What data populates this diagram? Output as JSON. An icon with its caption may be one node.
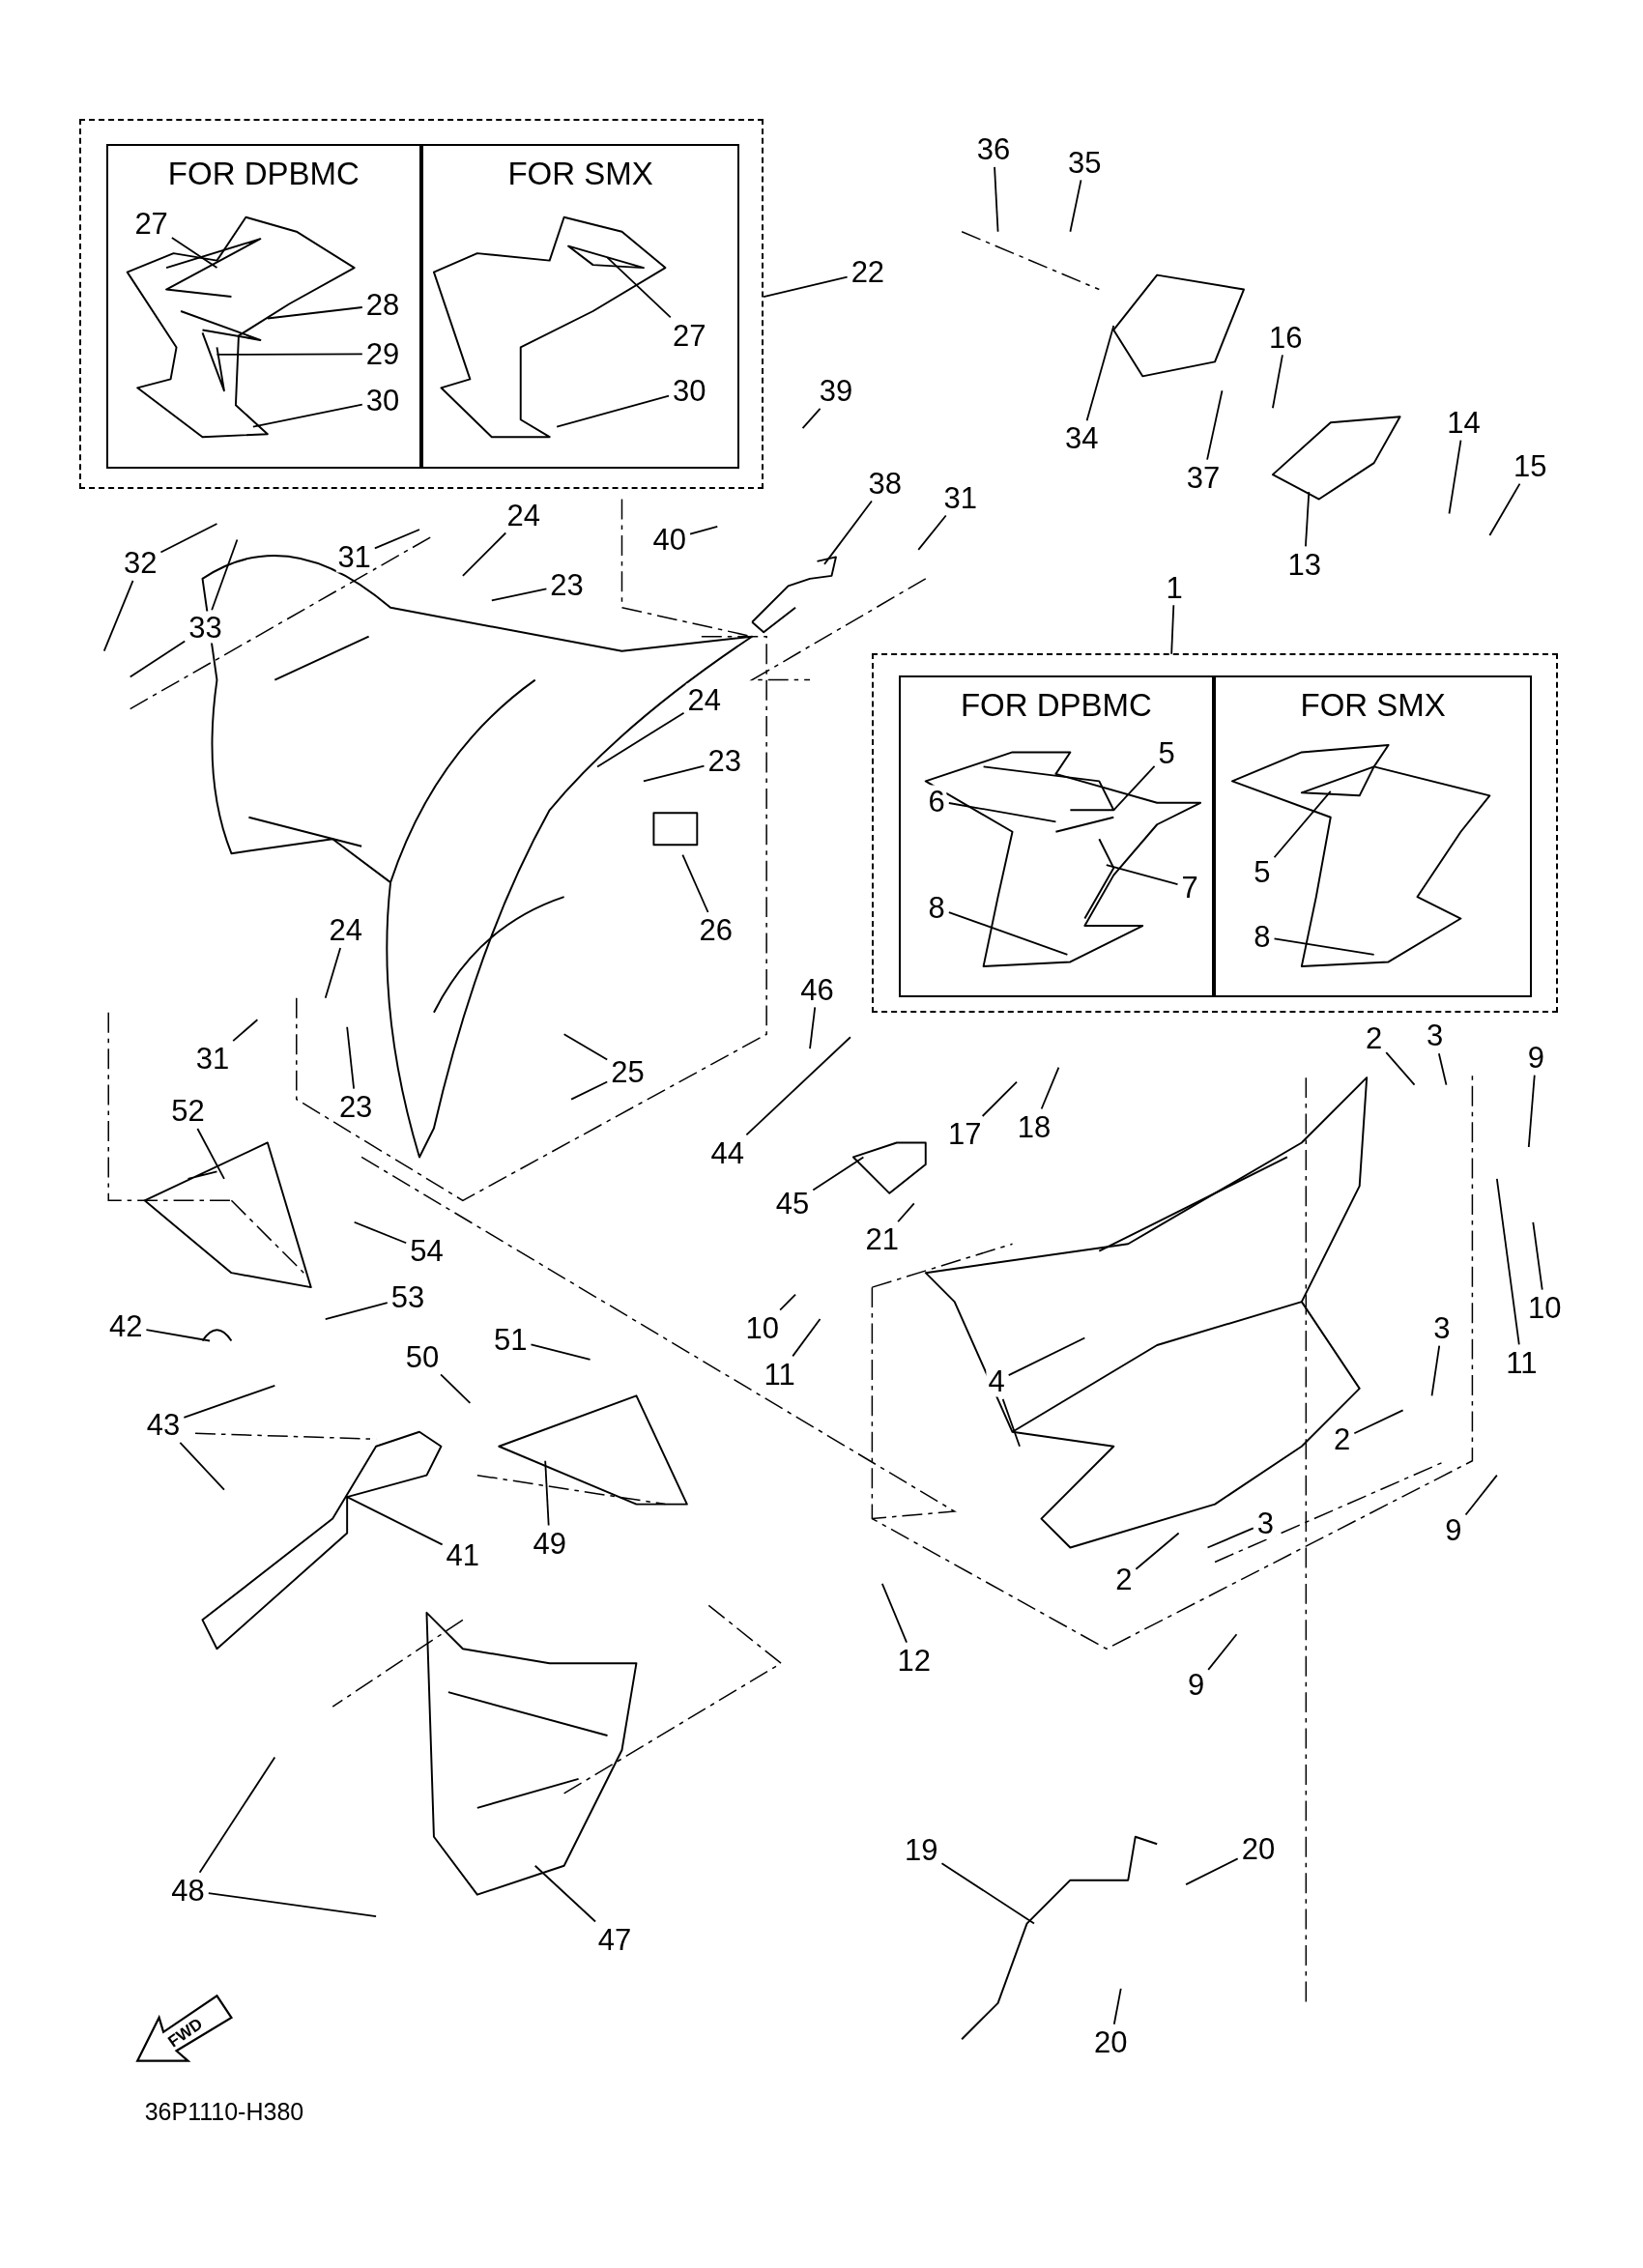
{
  "diagram": {
    "nodes": [
      {
        "text": [],
        "shape": "box"
      },
      {
        "text": [
          "FOR DPBMC"
        ],
        "in": 0
      },
      {
        "text": [
          "FOR SMX"
        ],
        "in": 0
      },
      {
        "text": [],
        "shape": "box"
      },
      {
        "text": [
          "FOR DPBMC"
        ],
        "in": 3
      },
      {
        "text": [
          "FOR SMX"
        ],
        "in": 3
      },
      {
        "text": [
          "27"
        ],
        "in": 1
      },
      {
        "text": [
          "28"
        ],
        "in": 1
      },
      {
        "text": [
          "29"
        ],
        "in": 1
      },
      {
        "text": [
          "30"
        ],
        "in": 1
      },
      {
        "text": [
          "27"
        ],
        "in": 2
      },
      {
        "text": [
          "30"
        ],
        "in": 2
      },
      {
        "text": [
          "22"
        ]
      },
      {
        "text": [
          "36"
        ]
      },
      {
        "text": [
          "35"
        ]
      },
      {
        "text": [
          "34"
        ]
      },
      {
        "text": [
          "37"
        ]
      },
      {
        "text": [
          "16"
        ]
      },
      {
        "text": [
          "14"
        ]
      },
      {
        "text": [
          "15"
        ]
      },
      {
        "text": [
          "13"
        ]
      },
      {
        "text": [
          "39"
        ]
      },
      {
        "text": [
          "38"
        ]
      },
      {
        "text": [
          "40"
        ]
      },
      {
        "text": [
          "31"
        ]
      },
      {
        "text": [
          "32"
        ]
      },
      {
        "text": [
          "33"
        ]
      },
      {
        "text": [
          "31"
        ]
      },
      {
        "text": [
          "24"
        ]
      },
      {
        "text": [
          "23"
        ]
      },
      {
        "text": [
          "24"
        ]
      },
      {
        "text": [
          "23"
        ]
      },
      {
        "text": [
          "26"
        ]
      },
      {
        "text": [
          "1"
        ]
      },
      {
        "text": [
          "5"
        ],
        "in": 4
      },
      {
        "text": [
          "6"
        ],
        "in": 4
      },
      {
        "text": [
          "7"
        ],
        "in": 4
      },
      {
        "text": [
          "8"
        ],
        "in": 4
      },
      {
        "text": [
          "5"
        ],
        "in": 5
      },
      {
        "text": [
          "8"
        ],
        "in": 5
      },
      {
        "text": [
          "24"
        ]
      },
      {
        "text": [
          "31"
        ]
      },
      {
        "text": [
          "23"
        ]
      },
      {
        "text": [
          "25"
        ]
      },
      {
        "text": [
          "46"
        ]
      },
      {
        "text": [
          "44"
        ]
      },
      {
        "text": [
          "45"
        ]
      },
      {
        "text": [
          "52"
        ]
      },
      {
        "text": [
          "54"
        ]
      },
      {
        "text": [
          "53"
        ]
      },
      {
        "text": [
          "17"
        ]
      },
      {
        "text": [
          "18"
        ]
      },
      {
        "text": [
          "21"
        ]
      },
      {
        "text": [
          "2"
        ]
      },
      {
        "text": [
          "3"
        ]
      },
      {
        "text": [
          "9"
        ]
      },
      {
        "text": [
          "10"
        ]
      },
      {
        "text": [
          "11"
        ]
      },
      {
        "text": [
          "11"
        ]
      },
      {
        "text": [
          "10"
        ]
      },
      {
        "text": [
          "42"
        ]
      },
      {
        "text": [
          "43"
        ]
      },
      {
        "text": [
          "50"
        ]
      },
      {
        "text": [
          "51"
        ]
      },
      {
        "text": [
          "49"
        ]
      },
      {
        "text": [
          "41"
        ]
      },
      {
        "text": [
          "4"
        ]
      },
      {
        "text": [
          "3"
        ]
      },
      {
        "text": [
          "2"
        ]
      },
      {
        "text": [
          "9"
        ]
      },
      {
        "text": [
          "3"
        ]
      },
      {
        "text": [
          "2"
        ]
      },
      {
        "text": [
          "9"
        ]
      },
      {
        "text": [
          "12"
        ]
      },
      {
        "text": [
          "48"
        ]
      },
      {
        "text": [
          "47"
        ]
      },
      {
        "text": [
          "19"
        ]
      },
      {
        "text": [
          "20"
        ]
      },
      {
        "text": [
          "20"
        ]
      }
    ],
    "edges": [
      {
        "from": 6,
        "to": null,
        "arrow": "none"
      },
      {
        "from": 7,
        "to": null,
        "arrow": "none"
      },
      {
        "from": 8,
        "to": null,
        "arrow": "none"
      },
      {
        "from": 9,
        "to": null,
        "arrow": "none"
      },
      {
        "from": 10,
        "to": null,
        "arrow": "none"
      },
      {
        "from": 11,
        "to": null,
        "arrow": "none"
      },
      {
        "from": 12,
        "to": 0,
        "arrow": "none"
      },
      {
        "from": 13,
        "to": null,
        "arrow": "none"
      },
      {
        "from": 14,
        "to": null,
        "arrow": "none"
      },
      {
        "from": 15,
        "to": null,
        "arrow": "none"
      },
      {
        "from": 16,
        "to": null,
        "arrow": "none"
      },
      {
        "from": 17,
        "to": null,
        "arrow": "none"
      },
      {
        "from": 18,
        "to": null,
        "arrow": "none"
      },
      {
        "from": 19,
        "to": null,
        "arrow": "none"
      },
      {
        "from": 20,
        "to": null,
        "arrow": "none"
      },
      {
        "from": 21,
        "to": null,
        "arrow": "none"
      },
      {
        "from": 22,
        "to": null,
        "arrow": "none"
      },
      {
        "from": 23,
        "to": null,
        "arrow": "none"
      },
      {
        "from": 24,
        "to": null,
        "arrow": "none"
      },
      {
        "from": 25,
        "to": null,
        "arrow": "none"
      },
      {
        "from": 25,
        "to": null,
        "arrow": "none"
      },
      {
        "from": 26,
        "to": null,
        "arrow": "none"
      },
      {
        "from": 26,
        "to": null,
        "arrow": "none"
      },
      {
        "from": 27,
        "to": null,
        "arrow": "none"
      },
      {
        "from": 28,
        "to": null,
        "arrow": "none"
      },
      {
        "from": 29,
        "to": null,
        "arrow": "none"
      },
      {
        "from": 30,
        "to": null,
        "arrow": "none"
      },
      {
        "from": 31,
        "to": null,
        "arrow": "none"
      },
      {
        "from": 32,
        "to": null,
        "arrow": "none"
      },
      {
        "from": 33,
        "to": 3,
        "arrow": "none"
      },
      {
        "from": 34,
        "to": null,
        "arrow": "none"
      },
      {
        "from": 35,
        "to": null,
        "arrow": "none"
      },
      {
        "from": 36,
        "to": null,
        "arrow": "none"
      },
      {
        "from": 37,
        "to": null,
        "arrow": "none"
      },
      {
        "from": 38,
        "to": null,
        "arrow": "none"
      },
      {
        "from": 39,
        "to": null,
        "arrow": "none"
      },
      {
        "from": 40,
        "to": null,
        "arrow": "none"
      },
      {
        "from": 41,
        "to": null,
        "arrow": "none"
      },
      {
        "from": 42,
        "to": null,
        "arrow": "none"
      },
      {
        "from": 43,
        "to": null,
        "arrow": "none"
      },
      {
        "from": 43,
        "to": null,
        "arrow": "none"
      },
      {
        "from": 44,
        "to": null,
        "arrow": "none"
      },
      {
        "from": 45,
        "to": null,
        "arrow": "none"
      },
      {
        "from": 46,
        "to": null,
        "arrow": "none"
      },
      {
        "from": 47,
        "to": null,
        "arrow": "none"
      },
      {
        "from": 48,
        "to": null,
        "arrow": "none"
      },
      {
        "from": 49,
        "to": null,
        "arrow": "none"
      },
      {
        "from": 50,
        "to": null,
        "arrow": "none"
      },
      {
        "from": 51,
        "to": null,
        "arrow": "none"
      },
      {
        "from": 52,
        "to": null,
        "arrow": "none"
      },
      {
        "from": 53,
        "to": null,
        "arrow": "none"
      },
      {
        "from": 54,
        "to": null,
        "arrow": "none"
      },
      {
        "from": 55,
        "to": null,
        "arrow": "none"
      },
      {
        "from": 56,
        "to": null,
        "arrow": "none"
      },
      {
        "from": 57,
        "to": null,
        "arrow": "none"
      },
      {
        "from": 58,
        "to": null,
        "arrow": "none"
      },
      {
        "from": 59,
        "to": null,
        "arrow": "none"
      },
      {
        "from": 60,
        "to": null,
        "arrow": "none"
      },
      {
        "from": 61,
        "to": null,
        "arrow": "none"
      },
      {
        "from": 61,
        "to": null,
        "arrow": "none"
      },
      {
        "from": 62,
        "to": null,
        "arrow": "none"
      },
      {
        "from": 63,
        "to": null,
        "arrow": "none"
      },
      {
        "from": 64,
        "to": null,
        "arrow": "none"
      },
      {
        "from": 65,
        "to": null,
        "arrow": "none"
      },
      {
        "from": 66,
        "to": null,
        "arrow": "none"
      },
      {
        "from": 66,
        "to": null,
        "arrow": "none"
      },
      {
        "from": 67,
        "to": null,
        "arrow": "none"
      },
      {
        "from": 68,
        "to": null,
        "arrow": "none"
      },
      {
        "from": 69,
        "to": null,
        "arrow": "none"
      },
      {
        "from": 70,
        "to": null,
        "arrow": "none"
      },
      {
        "from": 71,
        "to": null,
        "arrow": "none"
      },
      {
        "from": 72,
        "to": null,
        "arrow": "none"
      },
      {
        "from": 73,
        "to": null,
        "arrow": "none"
      },
      {
        "from": 74,
        "to": null,
        "arrow": "none"
      },
      {
        "from": 74,
        "to": null,
        "arrow": "none"
      },
      {
        "from": 75,
        "to": null,
        "arrow": "none"
      },
      {
        "from": 76,
        "to": null,
        "arrow": "none"
      },
      {
        "from": 77,
        "to": null,
        "arrow": "none"
      },
      {
        "from": 78,
        "to": null,
        "arrow": "none"
      }
    ],
    "labels": [
      "FWD",
      "36P1110-H380"
    ]
  }
}
